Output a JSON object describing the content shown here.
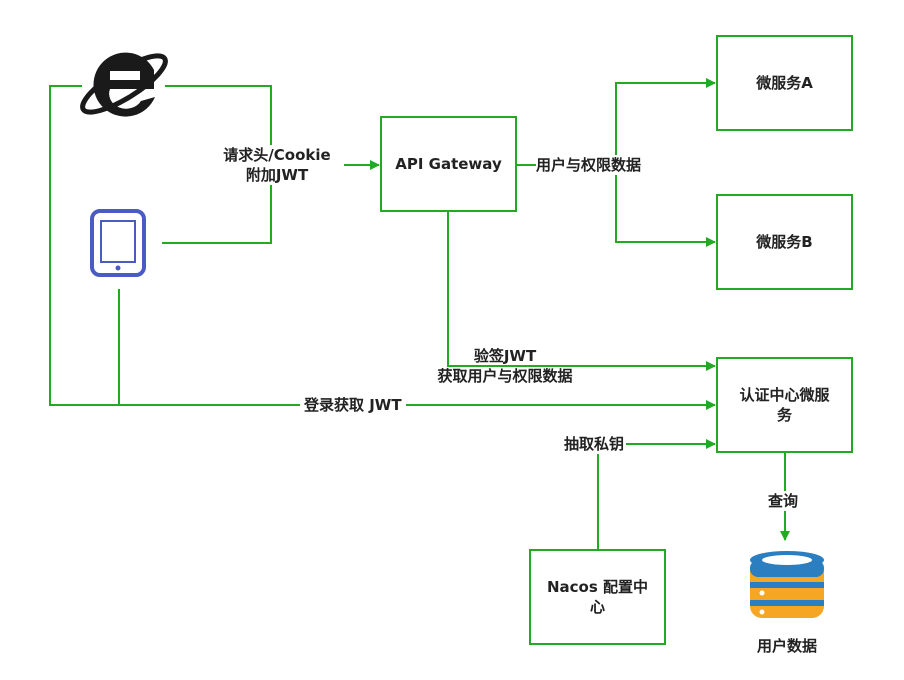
{
  "nodes": {
    "gateway": "API Gateway",
    "service_a": "微服务A",
    "service_b": "微服务B",
    "auth_line1": "认证中心微服",
    "auth_line2": "务",
    "nacos_line1": "Nacos 配置中",
    "nacos_line2": "心",
    "database": "用户数据"
  },
  "edges": {
    "request_line1": "请求头/Cookie",
    "request_line2": "附加JWT",
    "user_perm": "用户与权限数据",
    "verify_line1": "验签JWT",
    "verify_line2": "获取用户与权限数据",
    "login": "登录获取 JWT",
    "extract_key": "抽取私钥",
    "query": "查询"
  },
  "icons": {
    "browser": "internet-explorer-icon",
    "tablet": "tablet-icon",
    "database": "database-icon"
  },
  "colors": {
    "line": "#22aa22",
    "db_top": "#2b7fc0",
    "db_band": "#f5a623"
  }
}
